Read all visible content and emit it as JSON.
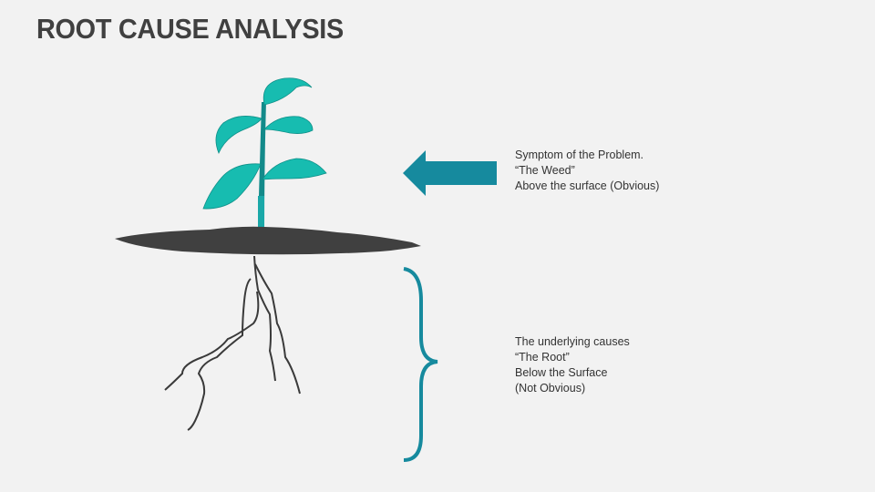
{
  "title": "ROOT CAUSE ANALYSIS",
  "symptom": {
    "lines": [
      "Symptom of the Problem.",
      "“The Weed”",
      "Above the surface (Obvious)"
    ]
  },
  "cause": {
    "lines": [
      "The underlying causes",
      "“The Root”",
      "Below the Surface",
      "(Not Obvious)"
    ]
  },
  "colors": {
    "accent": "#168a9e",
    "leaf": "#17bcb0",
    "soil": "#404040"
  }
}
